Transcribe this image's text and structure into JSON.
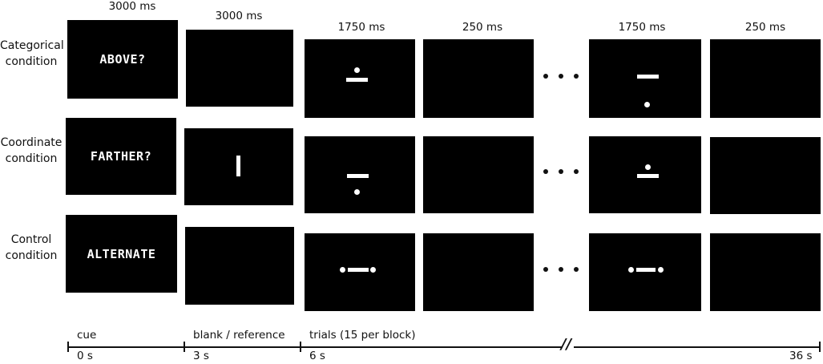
{
  "durations": {
    "cue": "3000 ms",
    "blank": "3000 ms",
    "stim1": "1750 ms",
    "isi1": "250 ms",
    "stim2": "1750 ms",
    "isi2": "250 ms"
  },
  "rows": [
    {
      "label_line1": "Categorical",
      "label_line2": "condition",
      "cue": "ABOVE?"
    },
    {
      "label_line1": "Coordinate",
      "label_line2": "condition",
      "cue": "FARTHER?"
    },
    {
      "label_line1": "Control",
      "label_line2": "condition",
      "cue": "ALTERNATE"
    }
  ],
  "timeline": {
    "phase_cue": "cue",
    "phase_blank": "blank / reference",
    "phase_trials": "trials (15 per block)",
    "t0": "0 s",
    "t1": "3 s",
    "t2": "6 s",
    "t_end": "36 s",
    "break_symbol": "//"
  },
  "colors": {
    "screen": "#000000",
    "stimulus": "#ffffff",
    "text": "#111111"
  }
}
